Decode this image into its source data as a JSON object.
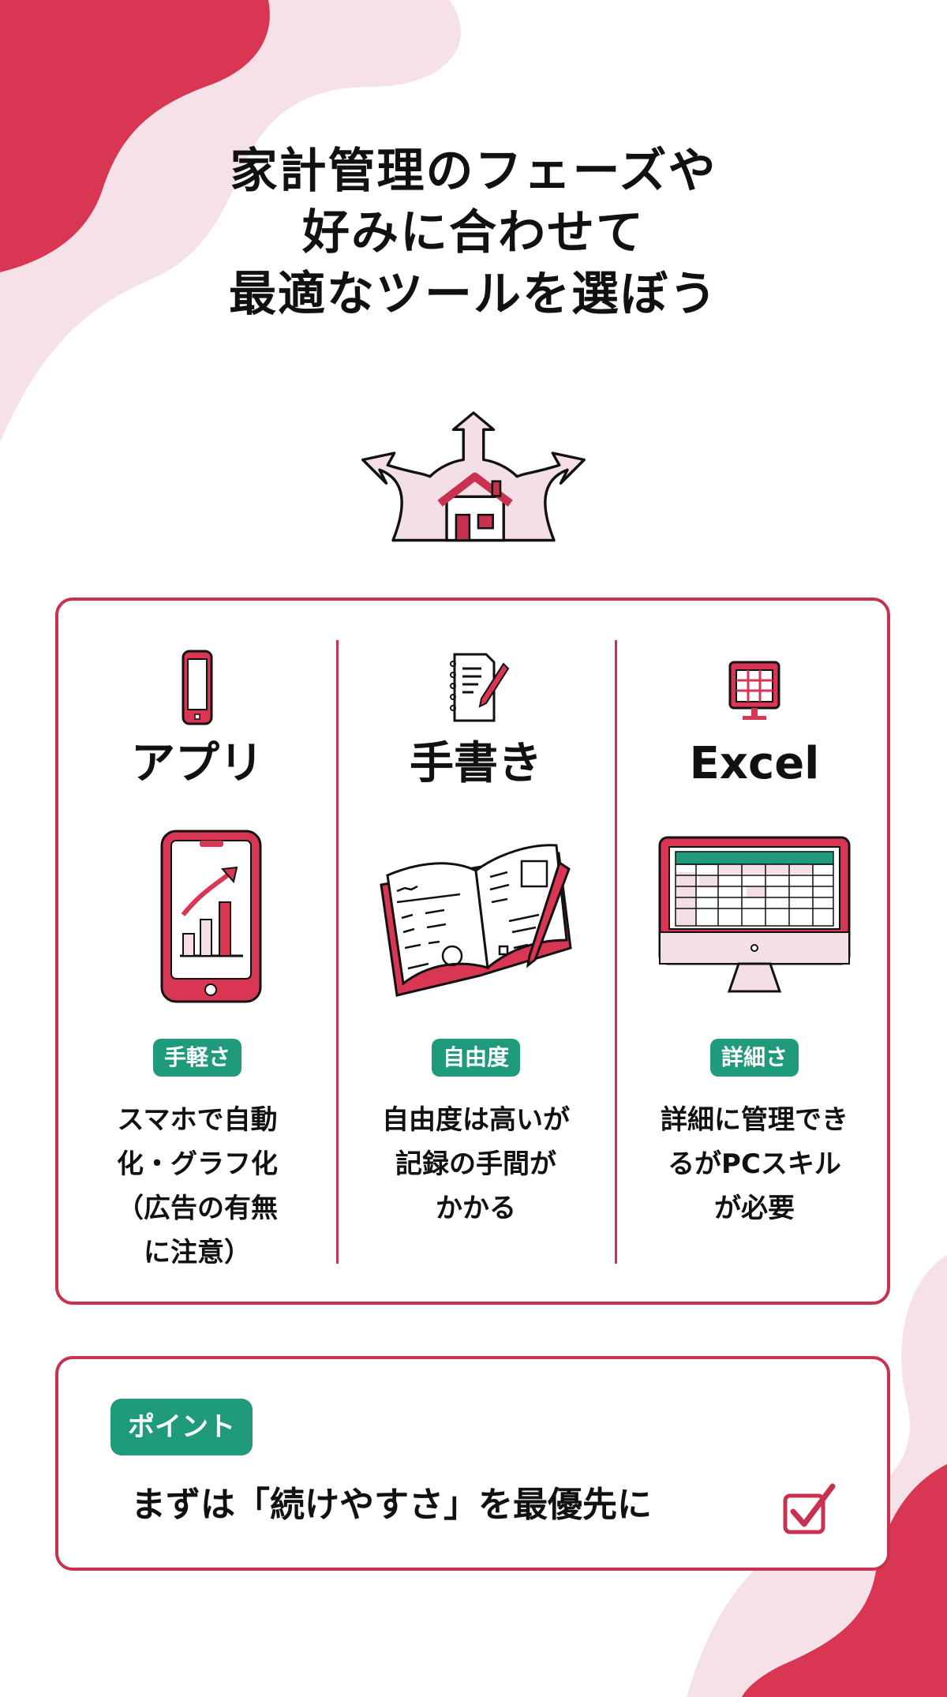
{
  "colors": {
    "accent_red": "#c8324f",
    "blob_red": "#d93653",
    "blob_pink": "#f5e1e7",
    "badge_green": "#1f9a7a",
    "text": "#111111"
  },
  "header": {
    "title_lines": [
      "家計管理のフェーズや",
      "好みに合わせて",
      "最適なツールを選ぼう"
    ],
    "hero_icon": "house-with-branching-arrows-icon"
  },
  "tools": [
    {
      "name": "アプリ",
      "small_icon": "smartphone-icon",
      "illustration": "smartphone-growth-chart-icon",
      "badge": "手軽さ",
      "description_lines": [
        "スマホで自動",
        "化・グラフ化",
        "（広告の有無",
        "に注意）"
      ]
    },
    {
      "name": "手書き",
      "small_icon": "notebook-pencil-icon",
      "illustration": "open-notebook-pen-icon",
      "badge": "自由度",
      "description_lines": [
        "自由度は高いが",
        "記録の手間が",
        "かかる"
      ]
    },
    {
      "name": "Excel",
      "small_icon": "monitor-spreadsheet-icon",
      "illustration": "desktop-spreadsheet-icon",
      "badge": "詳細さ",
      "description_lines": [
        "詳細に管理でき",
        "るがPCスキル",
        "が必要"
      ]
    }
  ],
  "point": {
    "badge": "ポイント",
    "text": "まずは「続けやすさ」を最優先に",
    "icon": "checkbox-checked-icon"
  }
}
